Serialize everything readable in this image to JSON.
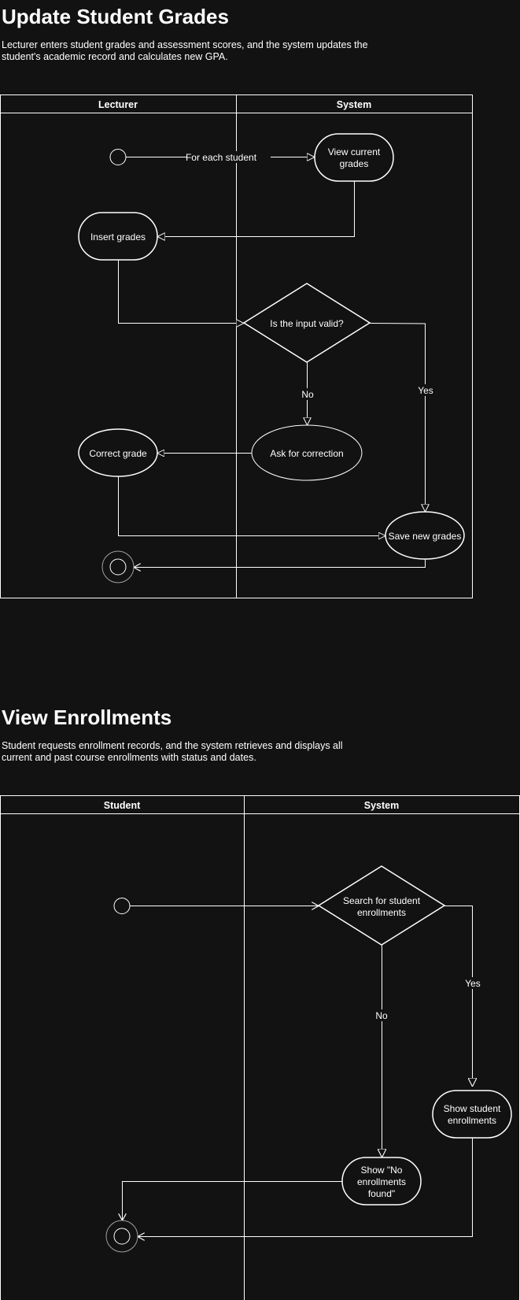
{
  "diagram1": {
    "title": "Update Student Grades",
    "description": "Lecturer enters student grades and assessment scores, and the system updates the student's academic record and calculates new GPA.",
    "lanes": [
      "Lecturer",
      "System"
    ],
    "nodes": {
      "view_current": [
        "View current",
        "grades"
      ],
      "insert_grades": "Insert grades",
      "is_valid": "Is the input valid?",
      "ask_correction": "Ask for correction",
      "correct_grade": "Correct grade",
      "save_grades": "Save new grades"
    },
    "edges": {
      "for_each": "For each student",
      "no": "No",
      "yes": "Yes"
    }
  },
  "diagram2": {
    "title": "View Enrollments",
    "description": "Student requests enrollment records, and the system retrieves and displays all current and past course enrollments with status and dates.",
    "lanes": [
      "Student",
      "System"
    ],
    "nodes": {
      "search": [
        "Search for student",
        "enrollments"
      ],
      "show_enrollments": [
        "Show student",
        "enrollments"
      ],
      "show_none": [
        "Show \"No",
        "enrollments",
        "found\""
      ]
    },
    "edges": {
      "yes": "Yes",
      "no": "No"
    }
  }
}
